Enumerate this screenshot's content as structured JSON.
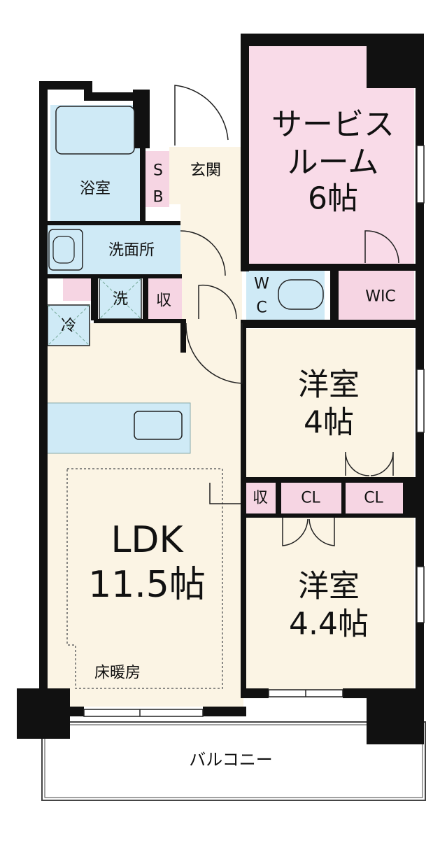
{
  "colors": {
    "wet_area": "#cfeaf6",
    "service_room": "#f9dbe8",
    "living_floor": "#fbf4e4",
    "pink_storage": "#f6d5e3",
    "wall": "#111111",
    "balcony": "#ffffff"
  },
  "rooms": {
    "service_room": {
      "line1": "サービス",
      "line2": "ルーム",
      "line3": "6帖"
    },
    "ldk": {
      "line1": "LDK",
      "line2": "11.5帖"
    },
    "western_room_1": {
      "line1": "洋室",
      "line2": "4帖"
    },
    "western_room_2": {
      "line1": "洋室",
      "line2": "4.4帖"
    },
    "bathroom": "浴室",
    "washroom": "洗面所",
    "entrance": "玄関",
    "shoe_box": {
      "line1": "S",
      "line2": "B"
    },
    "washer": "洗",
    "storage_hall": "収",
    "storage_room": "収",
    "fridge": "冷",
    "toilet": {
      "line1": "W",
      "line2": "C"
    },
    "walk_in_closet": "WIC",
    "closet_1": "CL",
    "closet_2": "CL",
    "floor_heating": "床暖房",
    "balcony": "バルコニー"
  }
}
